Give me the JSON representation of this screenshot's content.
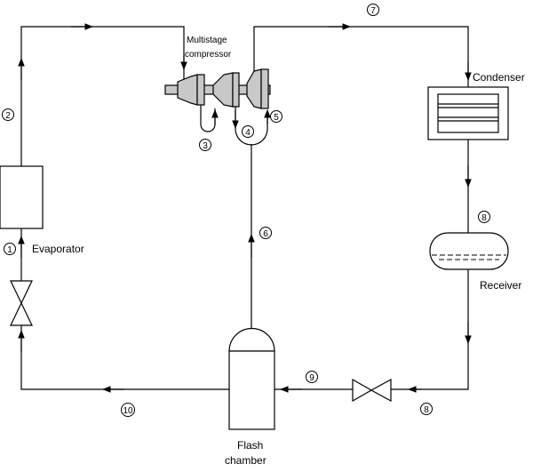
{
  "labels": {
    "compressor_line1": "Multistage",
    "compressor_line2": "compressor",
    "condenser": "Condenser",
    "evaporator": "Evaporator",
    "receiver": "Receiver",
    "flash_line1": "Flash",
    "flash_line2": "chamber"
  },
  "state_points": [
    "1",
    "2",
    "3",
    "4",
    "5",
    "6",
    "7",
    "8",
    "8",
    "9",
    "10"
  ]
}
